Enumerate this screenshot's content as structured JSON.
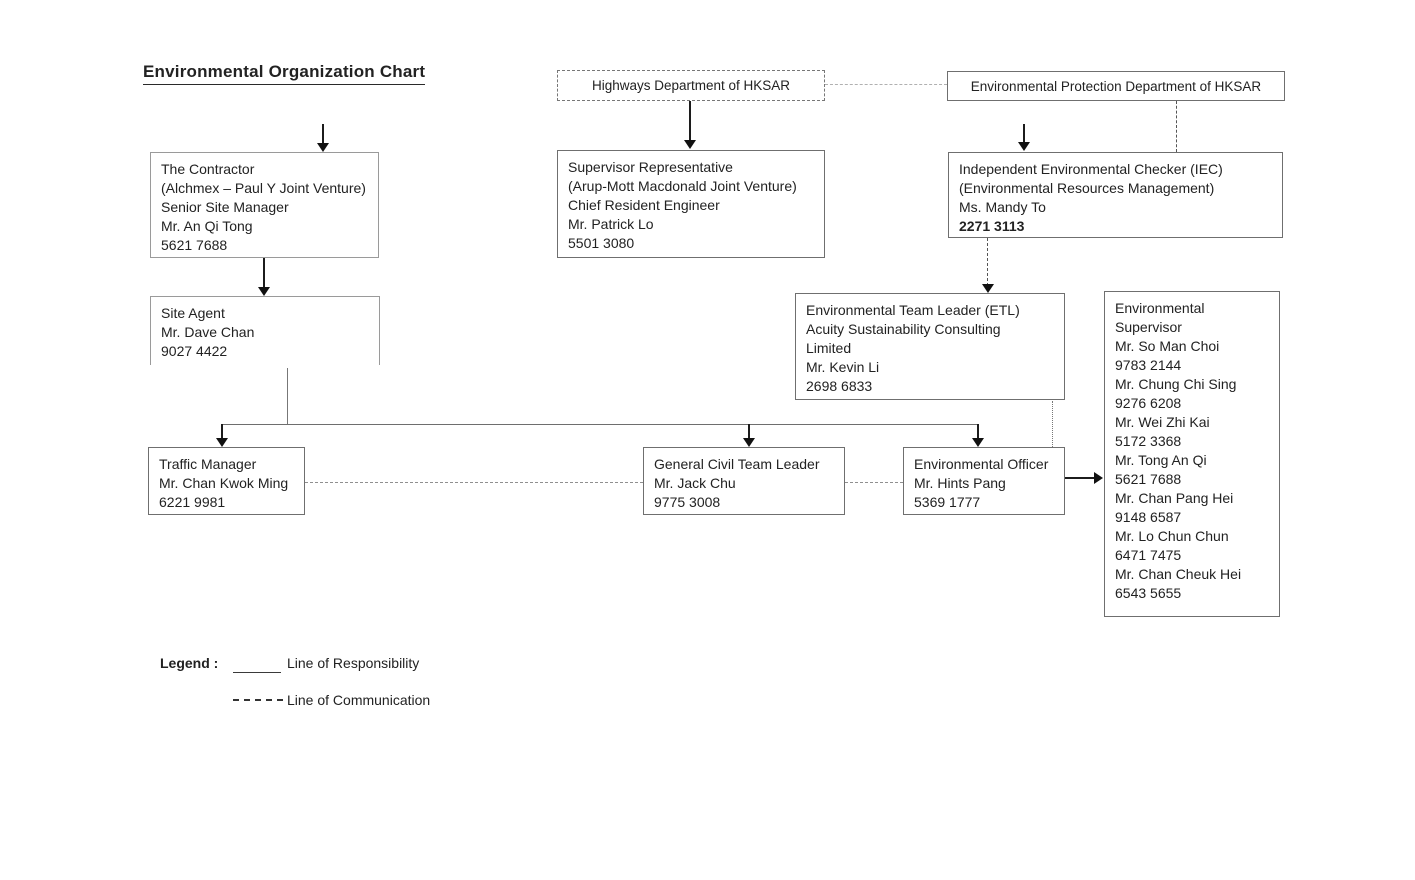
{
  "page": {
    "title": "Environmental Organization Chart"
  },
  "boxes": {
    "highways": {
      "lines": [
        "Highways Department of HKSAR"
      ]
    },
    "epd": {
      "lines": [
        "Environmental Protection Department of HKSAR"
      ]
    },
    "contractor": {
      "lines": [
        "The Contractor",
        "(Alchmex – Paul Y Joint Venture)",
        "Senior Site Manager",
        "Mr. An Qi Tong",
        "5621 7688"
      ]
    },
    "supervisor_rep": {
      "lines": [
        "Supervisor Representative",
        "(Arup-Mott Macdonald Joint Venture)",
        "Chief Resident Engineer",
        "Mr. Patrick Lo",
        "5501 3080"
      ]
    },
    "iec": {
      "lines": [
        "Independent Environmental Checker (IEC)",
        "(Environmental Resources Management)",
        "Ms. Mandy To",
        "2271 3113"
      ],
      "bold_indices": [
        3
      ]
    },
    "site_agent": {
      "lines": [
        "Site Agent",
        "Mr. Dave Chan",
        "9027 4422"
      ]
    },
    "etl": {
      "lines": [
        "Environmental Team Leader (ETL)",
        "Acuity Sustainability Consulting",
        "Limited",
        "Mr. Kevin Li",
        "2698 6833"
      ]
    },
    "env_supervisor": {
      "lines": [
        "Environmental",
        "Supervisor",
        "Mr. So Man Choi",
        "9783 2144",
        "Mr. Chung Chi Sing",
        "9276 6208",
        "Mr. Wei Zhi Kai",
        "5172 3368",
        "Mr. Tong An Qi",
        "5621 7688",
        "Mr. Chan Pang Hei",
        "9148 6587",
        "Mr. Lo Chun Chun",
        "6471 7475",
        "Mr. Chan Cheuk Hei",
        "6543 5655"
      ]
    },
    "traffic_manager": {
      "lines": [
        "Traffic Manager",
        "Mr. Chan Kwok Ming",
        "6221 9981"
      ]
    },
    "civil_leader": {
      "lines": [
        "General Civil Team Leader",
        "Mr. Jack Chu",
        "9775 3008"
      ]
    },
    "env_officer": {
      "lines": [
        "Environmental Officer",
        "Mr. Hints Pang",
        "5369 1777"
      ]
    }
  },
  "legend": {
    "heading": "Legend :",
    "responsibility_label": "Line of Responsibility",
    "communication_label": "Line of Communication"
  },
  "colors": {
    "ink": "#222222",
    "border": "#6f6f6f",
    "dash": "#8f8f8f",
    "background": "#ffffff"
  }
}
